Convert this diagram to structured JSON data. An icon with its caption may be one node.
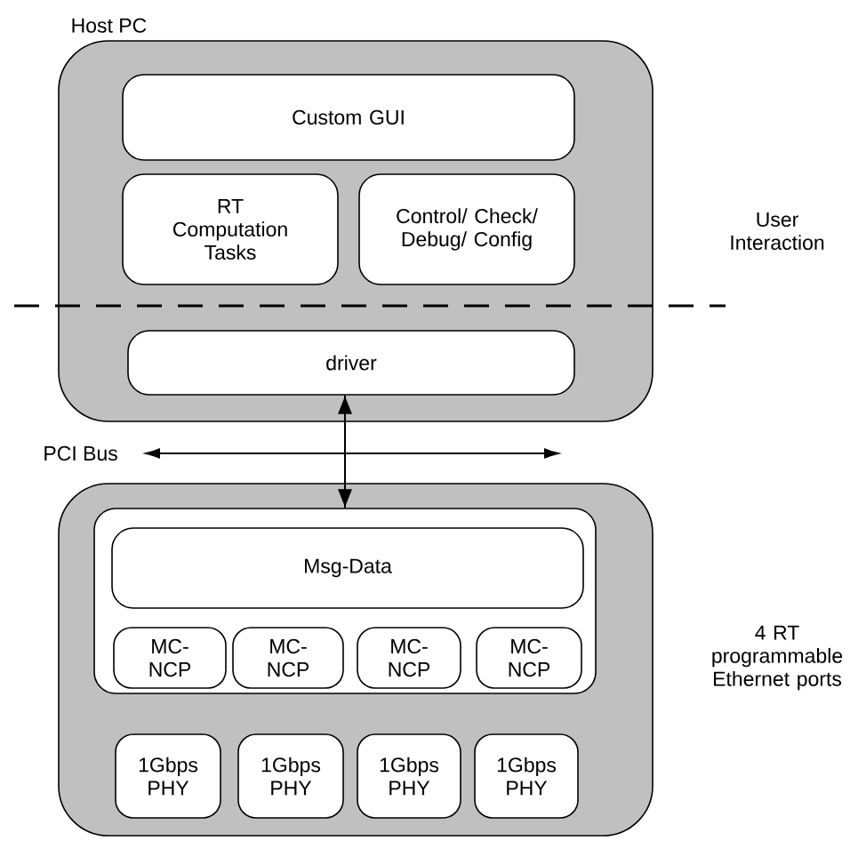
{
  "diagram": {
    "nodes": [
      {
        "text": [
          "Host PC"
        ]
      },
      {
        "text": [
          "Custom GUI"
        ],
        "in": 0
      },
      {
        "text": [
          "RT Computation Tasks"
        ],
        "in": 0
      },
      {
        "text": [
          "Control/ Check/ Debug/ Config"
        ],
        "in": 0
      },
      {
        "text": [
          "driver"
        ],
        "in": 0
      },
      {
        "text": [],
        "shape": "box"
      },
      {
        "text": [],
        "shape": "box",
        "in": 5
      },
      {
        "text": [
          "Msg-Data"
        ],
        "in": 6
      },
      {
        "text": [
          "MC-NCP"
        ],
        "in": 6
      },
      {
        "text": [
          "MC-NCP"
        ],
        "in": 6
      },
      {
        "text": [
          "MC-NCP"
        ],
        "in": 6
      },
      {
        "text": [
          "MC-NCP"
        ],
        "in": 6
      },
      {
        "text": [
          "1Gbps PHY"
        ],
        "in": 5
      },
      {
        "text": [
          "1Gbps PHY"
        ],
        "in": 5
      },
      {
        "text": [
          "1Gbps PHY"
        ],
        "in": 5
      },
      {
        "text": [
          "1Gbps PHY"
        ],
        "in": 5
      }
    ],
    "edges": [
      {
        "from": 4,
        "to": 6,
        "arrow": "both"
      }
    ],
    "labels": [
      "User Interaction",
      "PCI Bus",
      "4 RT programmable Ethernet ports"
    ]
  }
}
